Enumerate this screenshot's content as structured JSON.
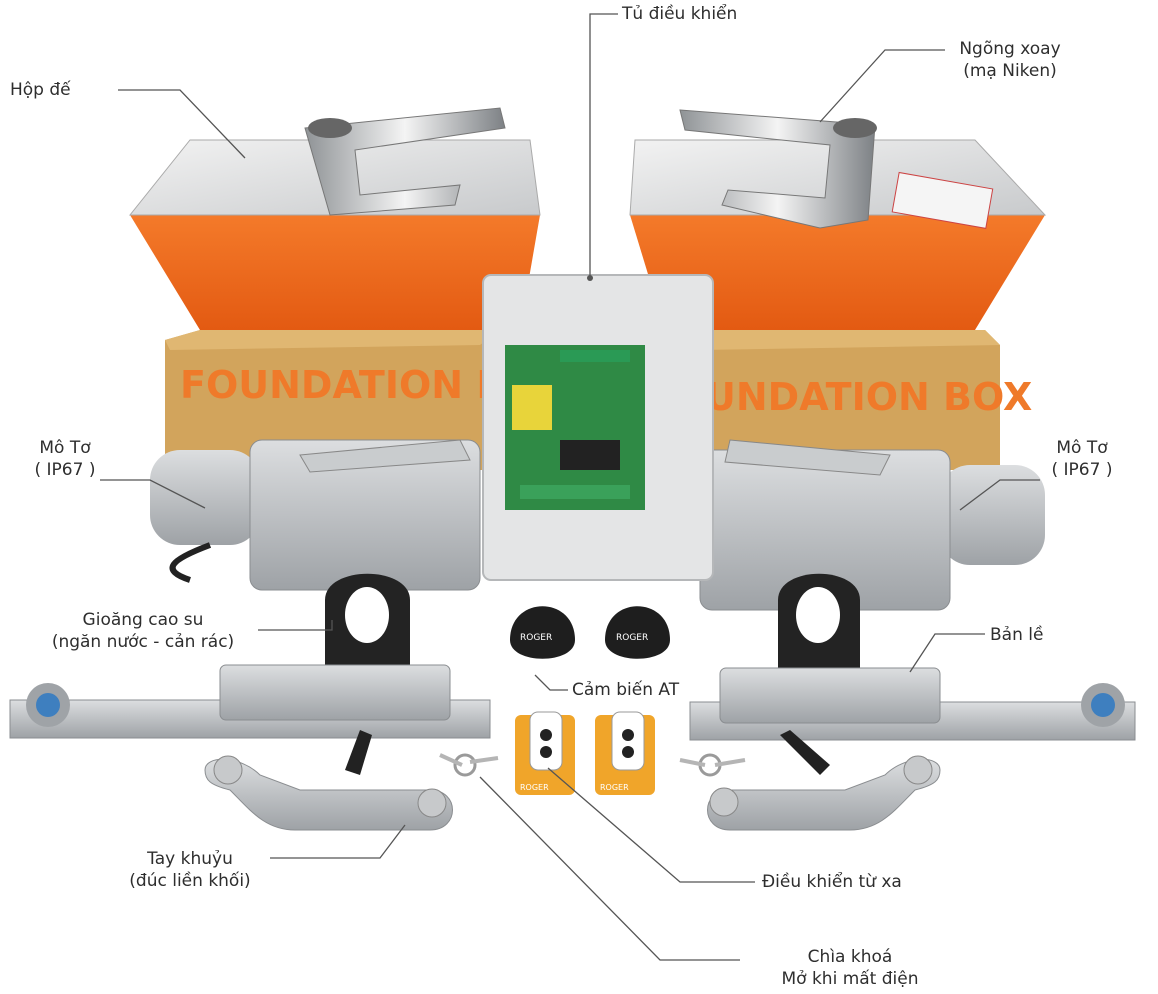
{
  "labels": {
    "control_box": "Tủ điều khiển",
    "base_box": "Hộp đế",
    "pivot": {
      "line1": "Ngõng xoay",
      "line2": "(mạ Niken)"
    },
    "motor_left": {
      "line1": "Mô Tơ",
      "line2": "( IP67 )"
    },
    "motor_right": {
      "line1": "Mô Tơ",
      "line2": "( IP67 )"
    },
    "gasket": {
      "line1": "Gioăng cao su",
      "line2": "(ngăn nước - cản rác)"
    },
    "hinge": "Bản lề",
    "sensor": "Cảm biến AT",
    "crank": {
      "line1": "Tay khuỷu",
      "line2": "(đúc liền khối)"
    },
    "remote": "Điều khiển từ xa",
    "key": {
      "line1": "Chìa khoá",
      "line2": "Mở khi mất điện"
    }
  },
  "product_print": {
    "box_brand_left": "FOUNDATION BO",
    "box_brand_right": "UNDATION BOX",
    "box_brand_right_word": "BOX",
    "sensor_brand": "ROGER",
    "remote_brand": "ROGER"
  },
  "colors": {
    "box_orange": "#ef6a1f",
    "cardboard": "#d2a45c",
    "aluminium": "#b9bcbf",
    "pcb_green": "#2f8a45",
    "label_text": "#2e2e2e",
    "leader_line": "#555555"
  }
}
